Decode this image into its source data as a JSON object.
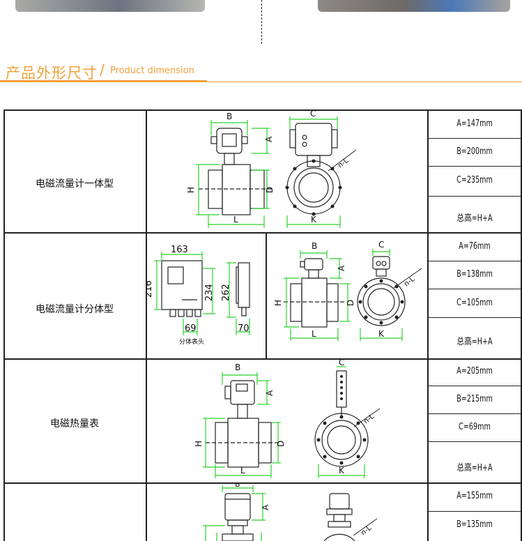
{
  "section": {
    "title_cn": "产品外形尺寸",
    "slash": "/",
    "title_en": "Product dimension"
  },
  "rows": [
    {
      "label": "电磁流量计一体型",
      "values": [
        "A=147mm",
        "B=200mm",
        "C=235mm",
        "总高=H+A"
      ]
    },
    {
      "label": "电磁流量计分体型",
      "values": [
        "A=76mm",
        "B=138mm",
        "C=105mm",
        "总高=H+A"
      ],
      "remote_dims": {
        "w": "163",
        "h1": "216",
        "h2": "234",
        "h3": "262",
        "b1": "69",
        "b2": "70",
        "caption": "分体表头"
      }
    },
    {
      "label": "电磁热量表",
      "values": [
        "A=205mm",
        "B=215mm",
        "C=69mm",
        "总高=H+A"
      ]
    },
    {
      "label": "",
      "values": [
        "A=155mm",
        "B=135mm"
      ]
    }
  ],
  "drawing_letters": {
    "A": "A",
    "B": "B",
    "C": "C",
    "D": "D",
    "H": "H",
    "L": "L",
    "K": "K",
    "nL": "n-L"
  },
  "colors": {
    "accent": "#f0a03a",
    "dim_green": "#2bd12b",
    "line": "#222222"
  }
}
